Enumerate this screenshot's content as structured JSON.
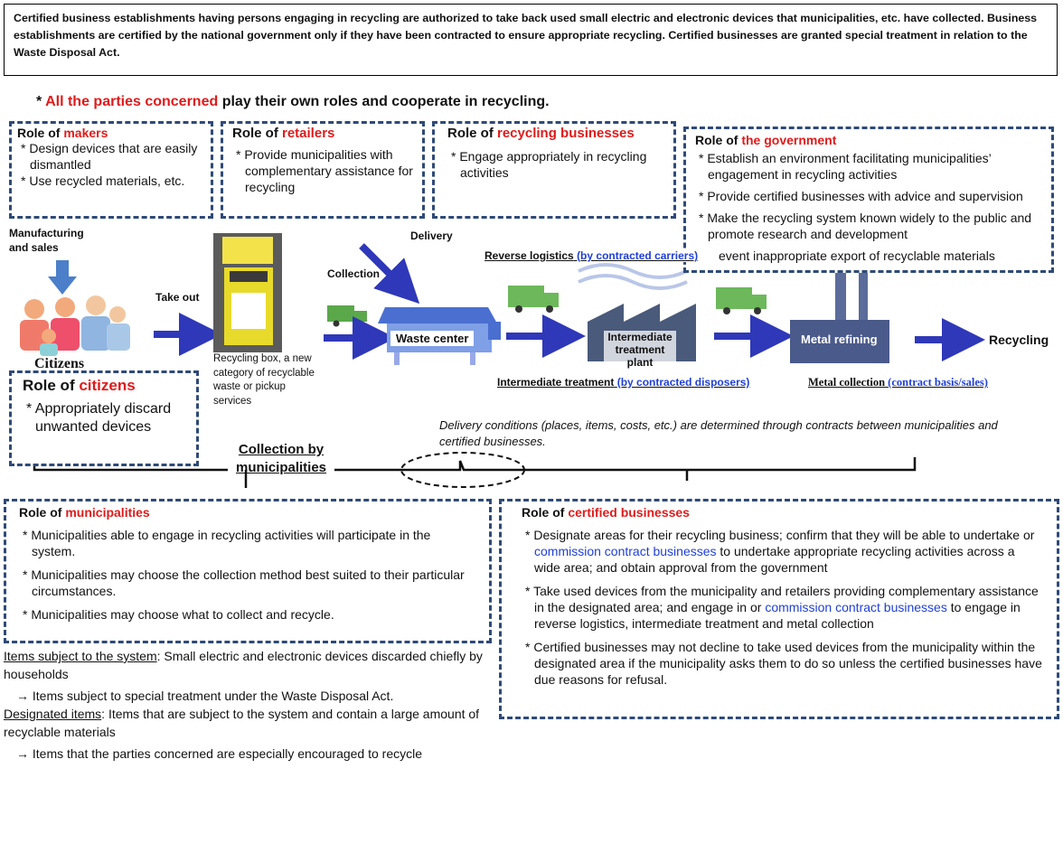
{
  "intro": "Certified business establishments having persons engaging in recycling are authorized to take back used small electric and electronic devices that municipalities, etc. have collected. Business establishments are certified by the national government only if they have been contracted to ensure appropriate recycling. Certified businesses are granted special treatment in relation to the Waste Disposal Act.",
  "headline": {
    "star": "* ",
    "highlight": "All the parties concerned",
    "rest": " play their own roles and cooperate in recycling."
  },
  "role_prefix": "Role of ",
  "roles": {
    "makers": {
      "name": "makers",
      "items": [
        "* Design devices that are easily dismantled",
        "* Use recycled materials, etc."
      ]
    },
    "retailers": {
      "name": "retailers",
      "items": [
        "* Provide municipalities with complementary assistance for recycling"
      ]
    },
    "recycling": {
      "name": "recycling businesses",
      "items": [
        "* Engage appropriately in recycling activities"
      ]
    },
    "government": {
      "name": "the government",
      "items": [
        "* Establish an environment facilitating municipalities’ engagement in recycling activities",
        "* Provide certified businesses with advice and supervision",
        "* Make the recycling system known widely to the public and promote research and development",
        "event inappropriate export of recyclable materials"
      ]
    },
    "citizens": {
      "name": "citizens",
      "items": [
        "* Appropriately discard unwanted devices"
      ]
    },
    "municipalities": {
      "name": "municipalities",
      "items": [
        "* Municipalities able to engage in recycling activities will participate in the system.",
        "* Municipalities may choose the collection method best suited to their particular circumstances.",
        "* Municipalities may choose what to collect and recycle."
      ]
    },
    "certified": {
      "name": "certified businesses",
      "item1_a": "* Designate areas for their recycling business; confirm that they will be able to undertake or ",
      "item1_link": "commission contract businesses",
      "item1_b": " to undertake appropriate recycling activities across a wide area; and obtain approval from the government",
      "item2_a": "* Take used devices from the municipality and retailers providing complementary assistance in the designated area; and engage in or ",
      "item2_link": "commission contract businesses",
      "item2_b": " to engage in reverse logistics, intermediate treatment and metal collection",
      "item3": "* Certified businesses may not decline to take used devices from the municipality within the designated area if the municipality asks them to do so unless the certified businesses have due reasons for refusal."
    }
  },
  "flow": {
    "manufacturing": "Manufacturing and sales",
    "take_out": "Take out",
    "citizens": "Citizens",
    "recycling_box": "Recycling box, a new category of recyclable waste or pickup services",
    "collection": "Collection",
    "delivery": "Delivery",
    "waste_center": "Waste center",
    "reverse_logistics": "Reverse logistics",
    "reverse_logistics_note": "(by contracted carriers)",
    "intermediate_plant": "Intermediate treatment plant",
    "intermediate_treatment": "Intermediate treatment",
    "intermediate_note": "(by contracted disposers)",
    "metal_refining": "Metal refining",
    "metal_collection": "Metal collection",
    "metal_note": "(contract basis/sales)",
    "recycling": "Recycling",
    "delivery_conditions": "Delivery conditions (places, items, costs, etc.) are determined through contracts between municipalities and certified businesses.",
    "collection_by_municipalities": "Collection by municipalities"
  },
  "footer": {
    "items_label": "Items subject to the system",
    "items_text": ": Small electric and electronic devices discarded chiefly by households",
    "items_arrow": "→ Items subject to special treatment under the Waste Disposal Act.",
    "designated_label": "Designated items",
    "designated_text": ": Items that are subject to the system and contain a large amount of recyclable materials",
    "designated_arrow": "→ Items that the parties concerned are especially encouraged to recycle"
  },
  "colors": {
    "accent_red": "#e01a1a",
    "link_blue": "#1f3fd6",
    "frame_dash": "#2e4a78",
    "arrow": "#2f38b8"
  },
  "icons": [
    "citizens-family-icon",
    "recycling-box-icon",
    "truck-icon",
    "waste-center-icon",
    "factory-icon",
    "refinery-icon"
  ]
}
